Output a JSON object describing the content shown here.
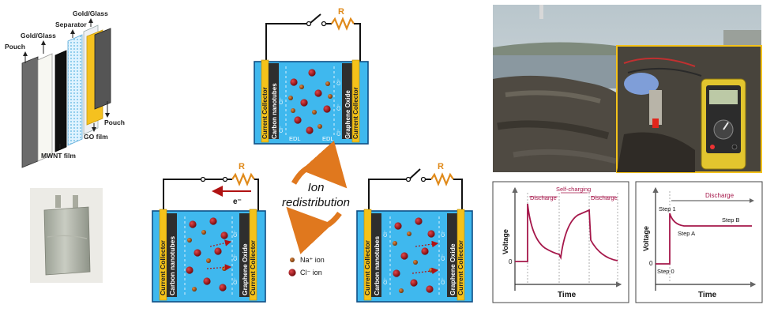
{
  "exploded_view": {
    "label_pouch_left": "Pouch",
    "label_gold_left": "Gold/Glass",
    "label_separator": "Separator",
    "label_gold_right": "Gold/Glass",
    "label_pouch_right": "Pouch",
    "label_go_film": "GO film",
    "label_mwnt_film": "MWNT film"
  },
  "cell": {
    "resistor_label": "R",
    "left_electrode_collector": "Current Collector",
    "left_electrode_material": "Carbon nanotubes",
    "right_electrode_material": "Graphene Oxide",
    "right_electrode_collector": "Current Collector",
    "edl_left": "EDL",
    "edl_right": "EDL",
    "ion_symbol": "Cl⁻",
    "electron_label": "e⁻"
  },
  "cycle": {
    "line1": "Ion",
    "line2": "redistribution"
  },
  "legend": {
    "na_label": "Na⁺ ion",
    "cl_label": "Cl⁻ ion"
  },
  "charts": {
    "left": {
      "ylabel": "Voltage",
      "xlabel": "Time",
      "zero": "0",
      "phases": [
        "Discharge",
        "Self-charging",
        "Discharge"
      ]
    },
    "right": {
      "ylabel": "Voltage",
      "xlabel": "Time",
      "zero": "0",
      "phase": "Discharge",
      "steps": [
        "Step 0",
        "Step 1",
        "Step A",
        "Step B"
      ]
    }
  },
  "colors": {
    "electrolyte": "#3fb8ee",
    "cell_border": "#0f4f86",
    "collector": "#f4c21a",
    "electrode": "#2e2e2e",
    "na_ion": "#9b4e0f",
    "cl_ion": "#a10e12",
    "resistor": "#e08a1a",
    "arrow_red": "#b01212",
    "curve": "#a5174a",
    "cycle_arrow": "#e0781e"
  }
}
